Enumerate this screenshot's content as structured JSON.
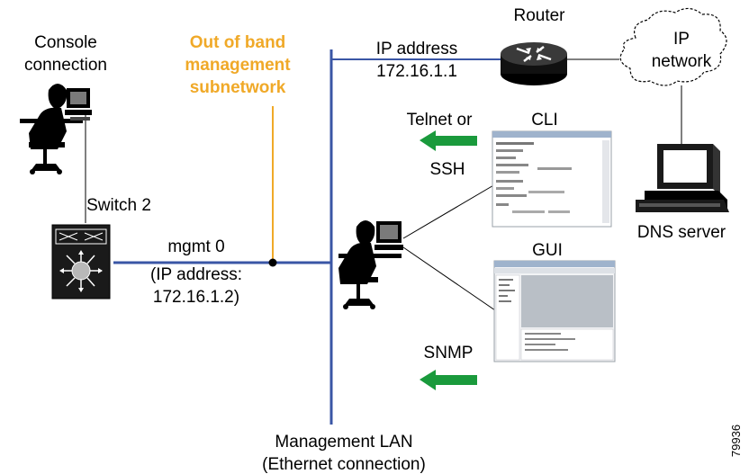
{
  "labels": {
    "console_line1": "Console",
    "console_line2": "connection",
    "oob_line1": "Out of band",
    "oob_line2": "management",
    "oob_line3": "subnetwork",
    "ip_address_title": "IP address",
    "router_ip": "172.16.1.1",
    "router": "Router",
    "ip_network_line1": "IP",
    "ip_network_line2": "network",
    "telnet_line1": "Telnet or",
    "telnet_line2": "SSH",
    "cli": "CLI",
    "switch": "Switch 2",
    "mgmt": "mgmt 0",
    "mgmt_ip_line1": "(IP address:",
    "mgmt_ip_line2": "172.16.1.2)",
    "gui": "GUI",
    "dns_server": "DNS server",
    "snmp": "SNMP",
    "lan_line1": "Management LAN",
    "lan_line2": "(Ethernet connection)",
    "figure_number": "79936"
  },
  "colors": {
    "lan_line": "#3a56a5",
    "oob_line": "#f0a928",
    "arrow_green": "#1a9a3c",
    "switch_body": "#1a1a1a"
  },
  "icons": [
    "person-at-computer-icon",
    "router-icon",
    "cloud-icon",
    "switch-icon",
    "workstation-icon",
    "cli-screenshot",
    "gui-screenshot"
  ]
}
